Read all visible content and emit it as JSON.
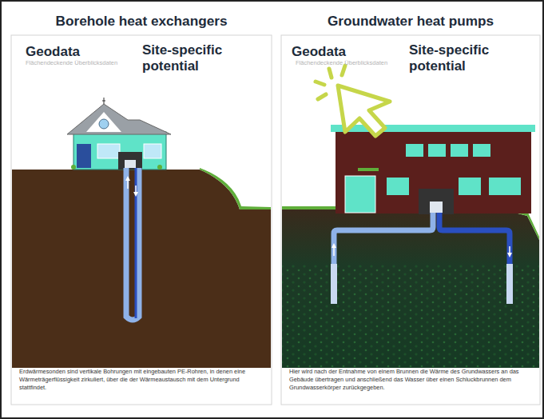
{
  "diagram": {
    "nodes": [
      {
        "text": [
          "Borehole heat exchangers",
          "Erdwärmesonden sind vertikale Bohrungen mit eingebauten PE-Rohren, in denen eine Wärmeträgerflüssigkeit zirkuliert, über die der Wärmeaustausch mit dem Untergrund stattfindet."
        ]
      },
      {
        "text": [
          "Groundwater heat pumps",
          "Hier wird nach der Entnahme von einem Brunnen die Wärme des Grundwassers an das Gebäude übertragen und anschließend das Wasser über einen Schluckbrunnen dem Grundwasserkörper zurückgegeben."
        ]
      }
    ],
    "labels": [
      "Geodata",
      "Flächendeckende Überblicksdaten",
      "Site-specific potential",
      "Geodata",
      "Flächendeckende Überblicksdaten",
      "Site-specific potential"
    ]
  }
}
